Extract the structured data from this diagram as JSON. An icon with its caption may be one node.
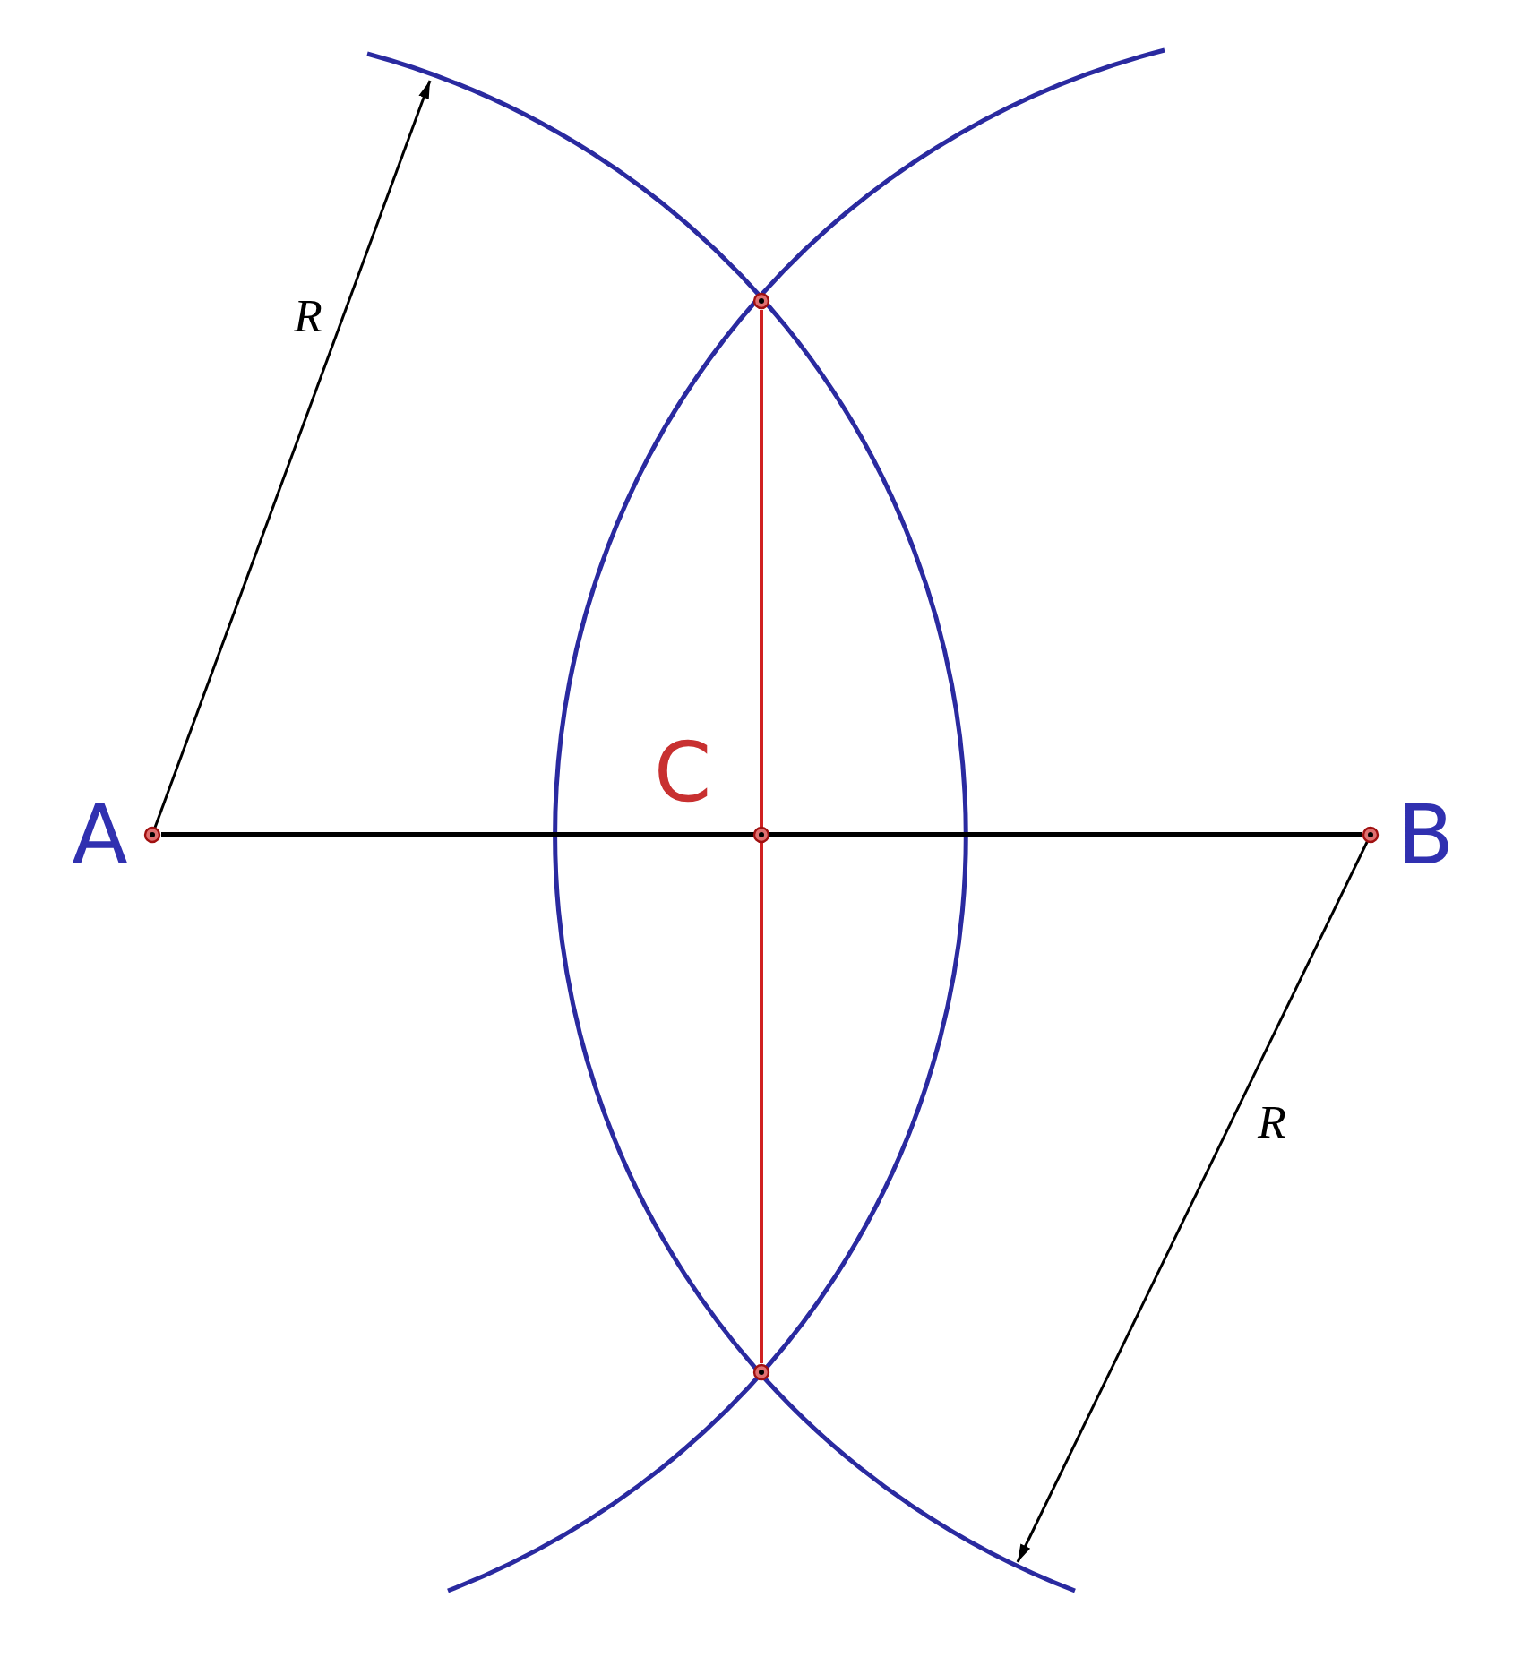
{
  "diagram": {
    "nodes": [
      {
        "text": [],
        "shape": "circle"
      },
      {
        "text": [
          "A"
        ]
      },
      {
        "text": [
          "C"
        ]
      },
      {
        "text": [
          "B"
        ]
      },
      {
        "text": [],
        "shape": "circle"
      }
    ],
    "edges": [
      {
        "from": 1,
        "to": 3,
        "arrow": "none"
      },
      {
        "from": 0,
        "to": 4,
        "arrow": "none",
        "color": "#d02020"
      }
    ],
    "labels": [
      "R",
      "R"
    ]
  }
}
